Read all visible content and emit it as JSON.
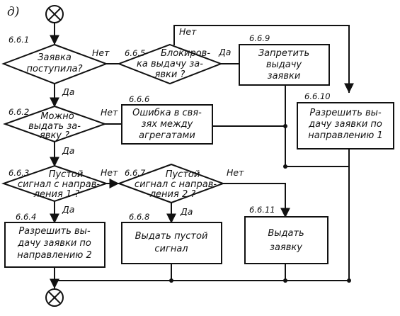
{
  "figure_tag": "д)",
  "labels": {
    "yes": "Да",
    "no": "Нет"
  },
  "decisions": [
    {
      "id": "6.6.1",
      "lines": [
        "Заявка",
        "поступила?"
      ]
    },
    {
      "id": "6.6.5",
      "lines": [
        "Блокиров-",
        "ка выдачу за-",
        "явки ?"
      ]
    },
    {
      "id": "6.6.2",
      "lines": [
        "Можно",
        "выдать за-",
        "явку ?"
      ]
    },
    {
      "id": "6.6.3",
      "lines": [
        "Пустой",
        "сигнал с направ-",
        "ления 1 ?"
      ]
    },
    {
      "id": "6.6.7",
      "lines": [
        "Пустой",
        "сигнал с направ-",
        "ления 2 ?"
      ]
    }
  ],
  "processes": [
    {
      "id": "6.6.9",
      "lines": [
        "Запретить",
        "выдачу",
        "заявки"
      ]
    },
    {
      "id": "6.6.6",
      "lines": [
        "Ошибка в свя-",
        "зях между",
        "агрегатами"
      ]
    },
    {
      "id": "6.6.10",
      "lines": [
        "Разрешить вы-",
        "дачу заявки по",
        "направлению 1"
      ]
    },
    {
      "id": "6.6.4",
      "lines": [
        "Разрешить вы-",
        "дачу заявки по",
        "направлению 2"
      ]
    },
    {
      "id": "6.6.8",
      "lines": [
        "Выдать пустой",
        "сигнал"
      ]
    },
    {
      "id": "6.6.11",
      "lines": [
        "Выдать",
        "заявку"
      ]
    }
  ]
}
